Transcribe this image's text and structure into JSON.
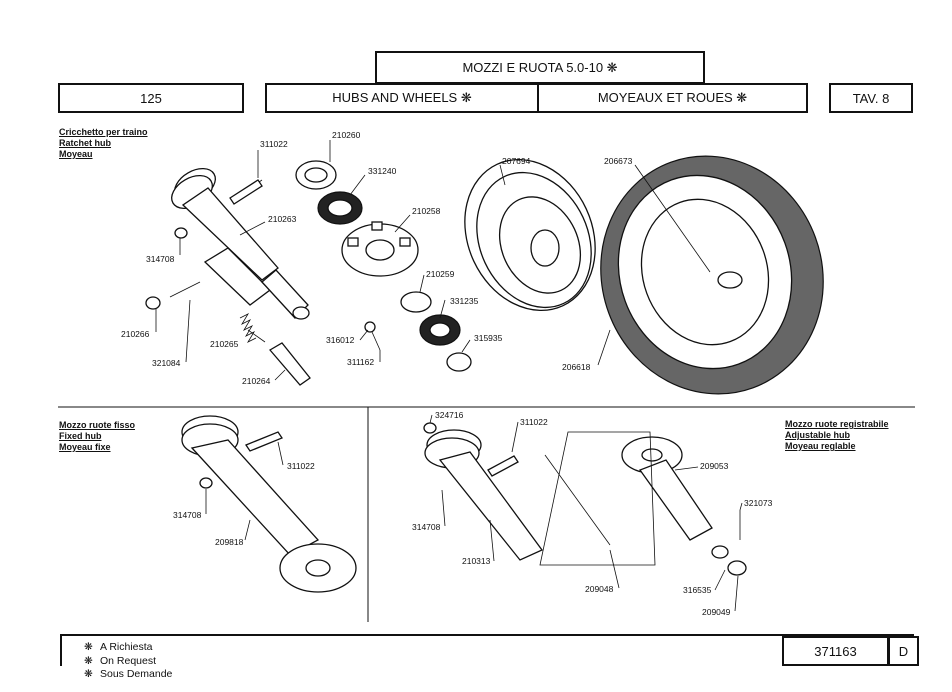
{
  "header": {
    "top_title": "MOZZI E RUOTA 5.0-10 ❋",
    "model": "125",
    "title_en": "HUBS AND WHEELS ❋",
    "title_fr": "MOYEAUX ET ROUES ❋",
    "table": "TAV. 8"
  },
  "sections": {
    "ratchet": [
      "Cricchetto per traino",
      "Ratchet hub",
      "Moyeau"
    ],
    "fixed": [
      "Mozzo ruote fisso",
      "Fixed hub",
      "Moyeau fixe"
    ],
    "adjustable": [
      "Mozzo ruote registrabile",
      "Adjustable hub",
      "Moyeau reglable"
    ]
  },
  "parts": {
    "p311022a": "311022",
    "p210260": "210260",
    "p331240": "331240",
    "p207694": "207694",
    "p206673": "206673",
    "p210263": "210263",
    "p210258": "210258",
    "p314708a": "314708",
    "p210259": "210259",
    "p331235": "331235",
    "p210266": "210266",
    "p316012": "316012",
    "p315935": "315935",
    "p321084": "321084",
    "p210265": "210265",
    "p311162": "311162",
    "p206618": "206618",
    "p210264": "210264",
    "p311022b": "311022",
    "p314708b": "314708",
    "p209818": "209818",
    "p324716": "324716",
    "p311022c": "311022",
    "p209053": "209053",
    "p321073": "321073",
    "p314708c": "314708",
    "p210313": "210313",
    "p209048": "209048",
    "p316535": "316535",
    "p209049": "209049"
  },
  "legend": [
    {
      "icon": "❋",
      "text": "A Richiesta"
    },
    {
      "icon": "❋",
      "text": "On Request"
    },
    {
      "icon": "❋",
      "text": "Sous Demande"
    }
  ],
  "footer": {
    "code": "371163",
    "rev": "D"
  }
}
